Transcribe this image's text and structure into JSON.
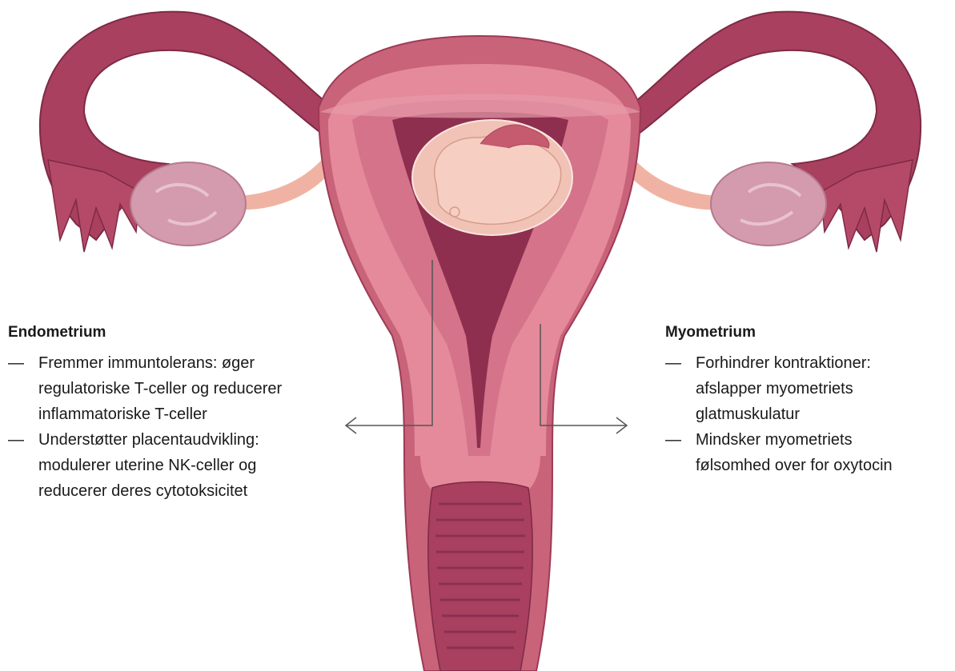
{
  "colors": {
    "outer_wall": "#c8637a",
    "outer_wall_dark": "#9e3a55",
    "myometrium": "#e58a9b",
    "endometrium": "#d4738a",
    "cavity": "#8e2f4f",
    "ovary": "#d49aad",
    "fetus": "#f6cfc2",
    "tube": "#a9405f",
    "ligament": "#f0b3a3",
    "arrow": "#555555"
  },
  "endometrium": {
    "title": "Endometrium",
    "items": [
      {
        "dash": "—",
        "lines": [
          "Fremmer immuntolerans: øger",
          "regulatoriske T-celler og reducerer",
          "inflammatoriske T-celler"
        ]
      },
      {
        "dash": "—",
        "lines": [
          "Understøtter placentaudvikling:",
          "modulerer uterine NK-celler og",
          "reducerer deres cytotoksicitet"
        ]
      }
    ]
  },
  "myometrium": {
    "title": "Myometrium",
    "items": [
      {
        "dash": "—",
        "lines": [
          "Forhindrer kontraktioner:",
          "afslapper myometriets",
          "glatmuskulatur"
        ]
      },
      {
        "dash": "—",
        "lines": [
          "Mindsker myometriets",
          "følsomhed over for oxytocin"
        ]
      }
    ]
  }
}
